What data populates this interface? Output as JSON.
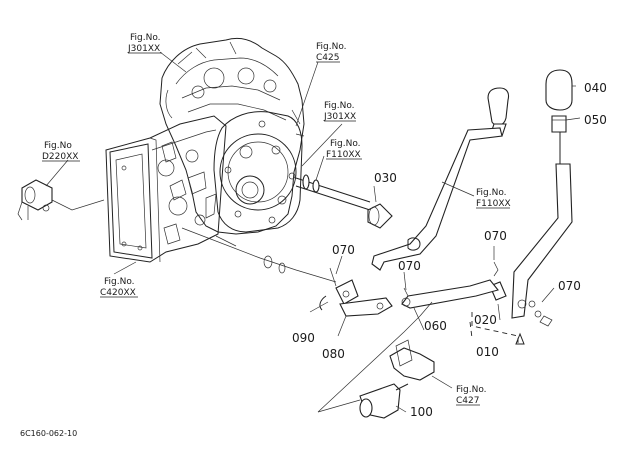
{
  "figure_refs": {
    "j301_top": {
      "line1": "Fig.No.",
      "line2": "J301XX"
    },
    "c425": {
      "line1": "Fig.No.",
      "line2": "C425"
    },
    "j301_mid": {
      "line1": "Fig.No.",
      "line2": "J301XX"
    },
    "f110_upper": {
      "line1": "Fig.No.",
      "line2": "F110XX"
    },
    "f110_lower": {
      "line1": "Fig.No.",
      "line2": "F110XX"
    },
    "d220": {
      "line1": "Fig.No",
      "line2": "D220XX"
    },
    "c420": {
      "line1": "Fig.No.",
      "line2": "C420XX"
    },
    "c427": {
      "line1": "Fig.No.",
      "line2": "C427"
    }
  },
  "part_numbers": {
    "p010": "010",
    "p020": "020",
    "p030": "030",
    "p040": "040",
    "p050": "050",
    "p060": "060",
    "p070_a": "070",
    "p070_b": "070",
    "p070_c": "070",
    "p070_d": "070",
    "p080": "080",
    "p090": "090",
    "p100": "100"
  },
  "drawing_code": "6C160-062-10"
}
